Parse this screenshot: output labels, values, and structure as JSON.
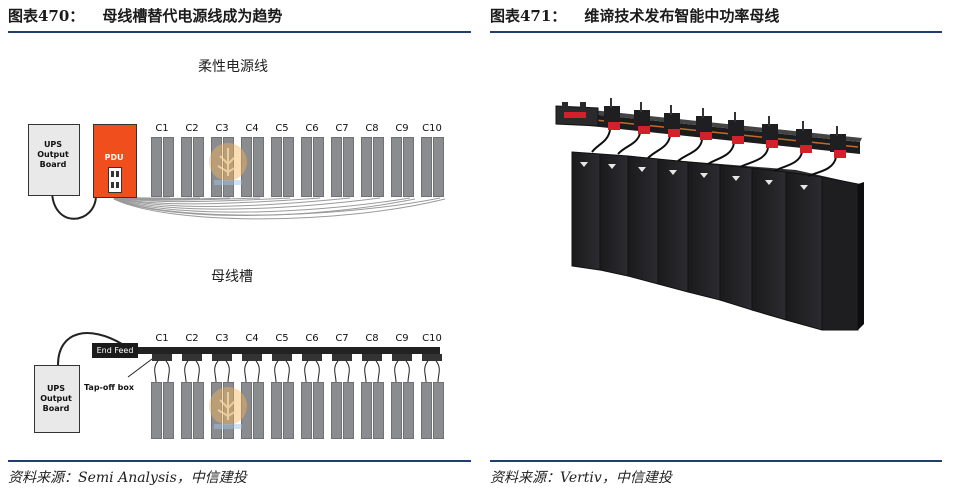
{
  "left": {
    "figure_number": "图表470：",
    "figure_title": "母线槽替代电源线成为趋势",
    "source": "资料来源：Semi Analysis，中信建投",
    "top_diagram": {
      "title": "柔性电源线",
      "ups_label": "UPS\nOutput\nBoard",
      "pdu_label": "PDU",
      "columns": [
        "C1",
        "C2",
        "C3",
        "C4",
        "C5",
        "C6",
        "C7",
        "C8",
        "C9",
        "C10"
      ]
    },
    "bottom_diagram": {
      "title": "母线槽",
      "ups_label": "UPS\nOutput\nBoard",
      "end_feed_label": "End Feed",
      "tap_off_label": "Tap-off box",
      "columns": [
        "C1",
        "C2",
        "C3",
        "C4",
        "C5",
        "C6",
        "C7",
        "C8",
        "C9",
        "C10"
      ]
    }
  },
  "right": {
    "figure_number": "图表471：",
    "figure_title": "维谛技术发布智能中功率母线",
    "source": "资料来源：Vertiv，中信建投"
  },
  "colors": {
    "rule": "#1f3f73",
    "pdu": "#f04e1c",
    "rack": "#8a8c8f",
    "busbar": "#222222",
    "tapbox_red": "#d3202a"
  }
}
